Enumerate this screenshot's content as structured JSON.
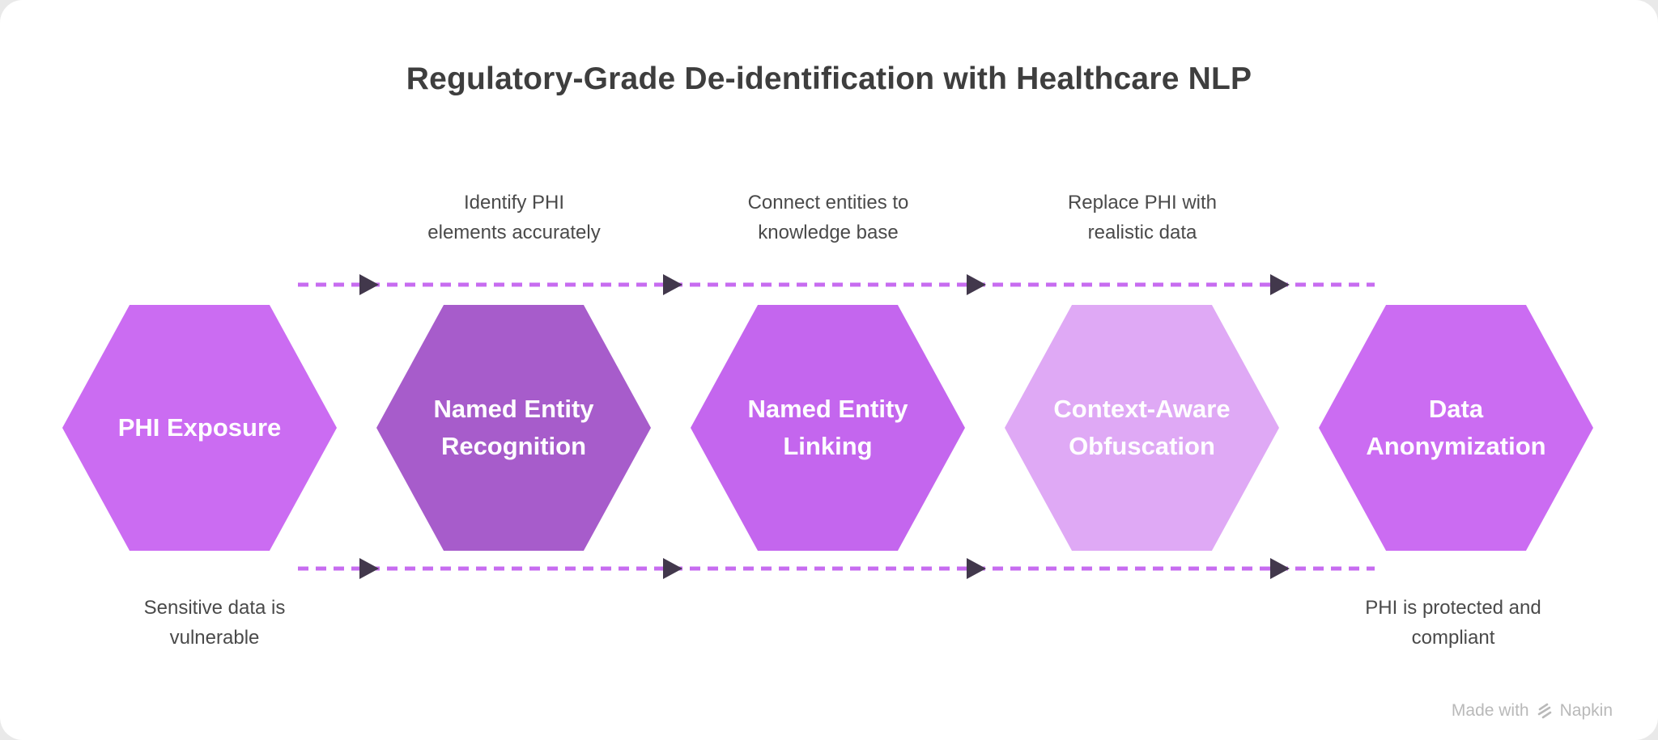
{
  "page": {
    "title": "Regulatory-Grade De-identification with Healthcare NLP"
  },
  "colors": {
    "title": "#3e3e3e",
    "label": "#4a4a4a",
    "stage_text": "#ffffff",
    "footer": "#b9b9b9"
  },
  "arrows": {
    "dash_color": "#c76cf0",
    "head_color": "#42384c"
  },
  "steps": {
    "labels": [
      "Identify PHI\nelements accurately",
      "Connect entities to\nknowledge base",
      "Replace PHI with\nrealistic data"
    ]
  },
  "stages": [
    {
      "name": "PHI Exposure",
      "fill": "#cb6cf2"
    },
    {
      "name": "Named Entity\nRecognition",
      "fill": "#a75ccb"
    },
    {
      "name": "Named Entity\nLinking",
      "fill": "#c466ee"
    },
    {
      "name": "Context-Aware\nObfuscation",
      "fill": "#dfa9f5"
    },
    {
      "name": "Data\nAnonymization",
      "fill": "#cb6cf2"
    }
  ],
  "annotations": {
    "start": "Sensitive data is\nvulnerable",
    "end": "PHI is protected and\ncompliant"
  },
  "footer": {
    "made_with": "Made with",
    "brand": "Napkin"
  }
}
